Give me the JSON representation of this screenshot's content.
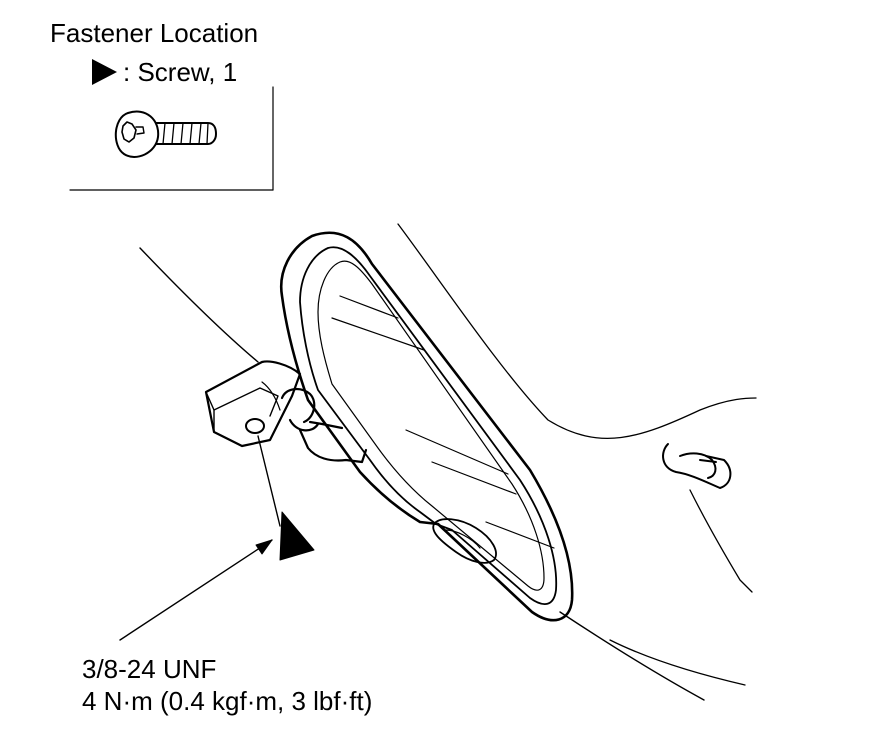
{
  "header": {
    "title": "Fastener Location"
  },
  "legend": {
    "symbol_icon": "filled-triangle-pointer-icon",
    "label": ": Screw, 1"
  },
  "callout": {
    "thread_spec": "3/8-24 UNF",
    "torque_spec": "4 N·m (0.4 kgf·m, 3 lbf·ft)"
  },
  "colors": {
    "line": "#000000",
    "background": "#ffffff"
  }
}
